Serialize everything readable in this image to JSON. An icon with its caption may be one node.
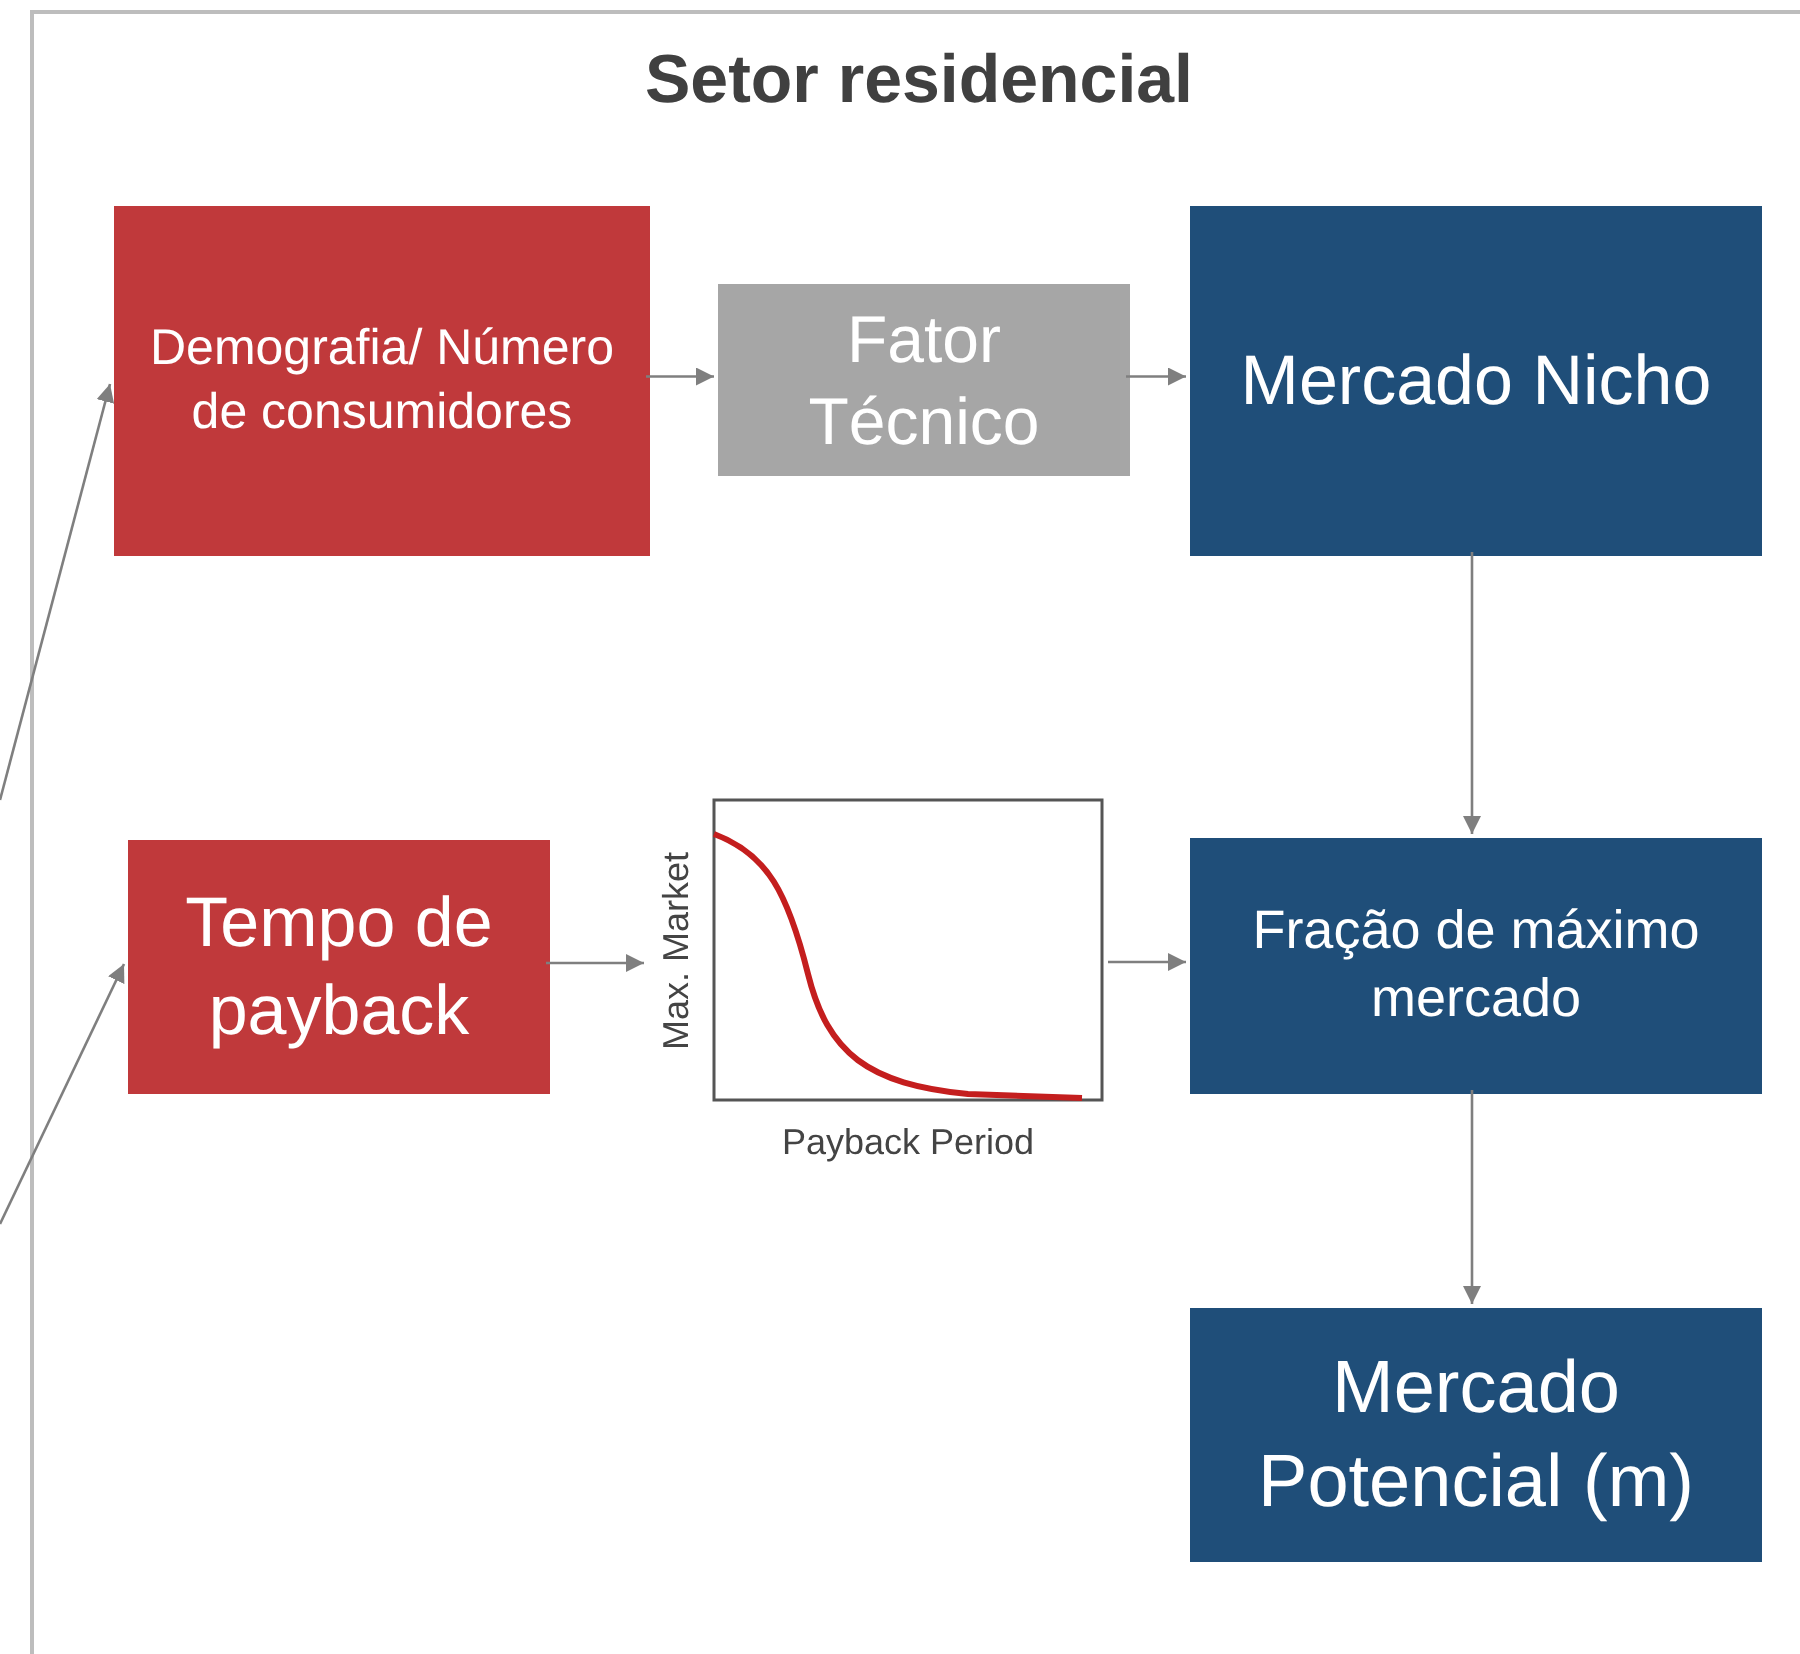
{
  "diagram": {
    "nodes": [
      {
        "text": [
          "Setor residencial"
        ]
      },
      {
        "text": [
          "Demografia/ Número de consumidores"
        ],
        "in": 0
      },
      {
        "text": [
          "Fator Técnico"
        ],
        "in": 0
      },
      {
        "text": [
          "Mercado Nicho"
        ],
        "in": 0
      },
      {
        "text": [
          "Tempo de payback"
        ],
        "in": 0
      },
      {
        "text": [
          "Max. Market",
          "Payback Period"
        ],
        "in": 0
      },
      {
        "text": [
          "Fração de máximo mercado"
        ],
        "in": 0
      },
      {
        "text": [
          "Mercado Potencial (m)"
        ],
        "in": 0
      }
    ],
    "edges": [
      {
        "from": null,
        "to": 1,
        "arrow": "to"
      },
      {
        "from": null,
        "to": 4,
        "arrow": "to"
      },
      {
        "from": 1,
        "to": 2,
        "arrow": "to"
      },
      {
        "from": 2,
        "to": 3,
        "arrow": "to"
      },
      {
        "from": 3,
        "to": 6,
        "arrow": "to"
      },
      {
        "from": 4,
        "to": 5,
        "arrow": "to"
      },
      {
        "from": 5,
        "to": 6,
        "arrow": "to"
      },
      {
        "from": 6,
        "to": 7,
        "arrow": "to"
      }
    ]
  }
}
